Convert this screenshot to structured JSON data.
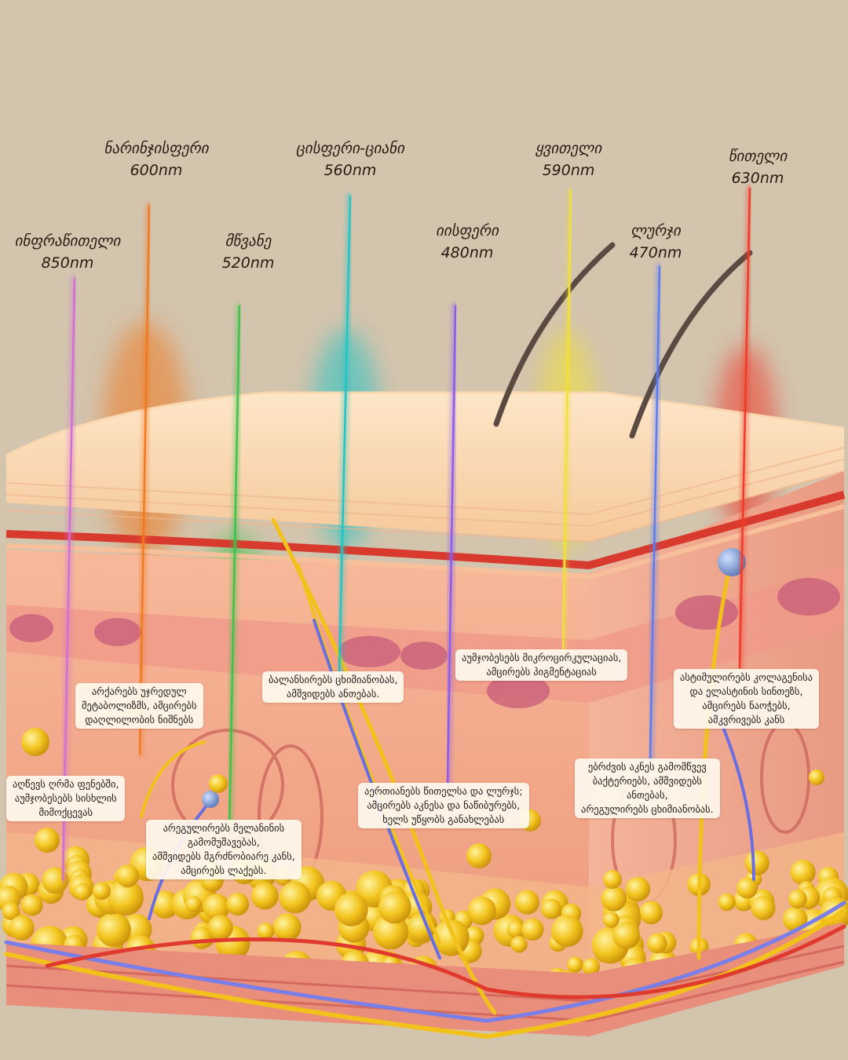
{
  "wavelengths": [
    {
      "id": "infrared",
      "name": "ინფრაწითელი",
      "nm": "850nm",
      "color": "#d26fd2"
    },
    {
      "id": "orange",
      "name": "ნარინჯისფერი",
      "nm": "600nm",
      "color": "#f07a22"
    },
    {
      "id": "green",
      "name": "მწვანე",
      "nm": "520nm",
      "color": "#3fc24a"
    },
    {
      "id": "cyan",
      "name": "ცისფერი-ციანი",
      "nm": "560nm",
      "color": "#22c4c4"
    },
    {
      "id": "violet",
      "name": "იისფერი",
      "nm": "480nm",
      "color": "#8a5cf0"
    },
    {
      "id": "yellow",
      "name": "ყვითელი",
      "nm": "590nm",
      "color": "#f0e03a"
    },
    {
      "id": "blue",
      "name": "ლურჯი",
      "nm": "470nm",
      "color": "#5c7cf0"
    },
    {
      "id": "red",
      "name": "წითელი",
      "nm": "630nm",
      "color": "#f03a2a"
    }
  ],
  "notes": {
    "orange": "არქარებს უჯრედულ\nმეტაბოლიზმს, ამცირებს\nდაღლილობის ნიშნებს",
    "infrared": "აღწევს ღრმა ფენებში,\nაუმჯობესებს სისხლის\nმიმოქცევას",
    "green": "არეგულირებს მელანინის\nგამომუშავებას,\nამშვიდებს მგრძნობიარე კანს,\nამცირებს ლაქებს.",
    "cyan": "ბალანსირებს ცხიმიანობას,\nამშვიდებს ანთებას.",
    "violet": "აერთიანებს წითელსა და ლურჯს;\nამცირებს აკნესა და ნაწიბურებს,\nხელს უწყობს განახლებას",
    "yellow": "აუმჯობესებს მიკროცირკულაციას,\nამცირებს პიგმენტაციას",
    "blue": "ებრძვის აკნეს გამომწვევ\nბაქტერიებს, ამშვიდებს\nანთებას,\nარეგულირებს ცხიმიანობას.",
    "red": "ასტიმულირებს კოლაგენისა\nდა ელასტინის სინთეზს,\nამცირებს ნაოჭებს,\nამკვრივებს კანს"
  }
}
